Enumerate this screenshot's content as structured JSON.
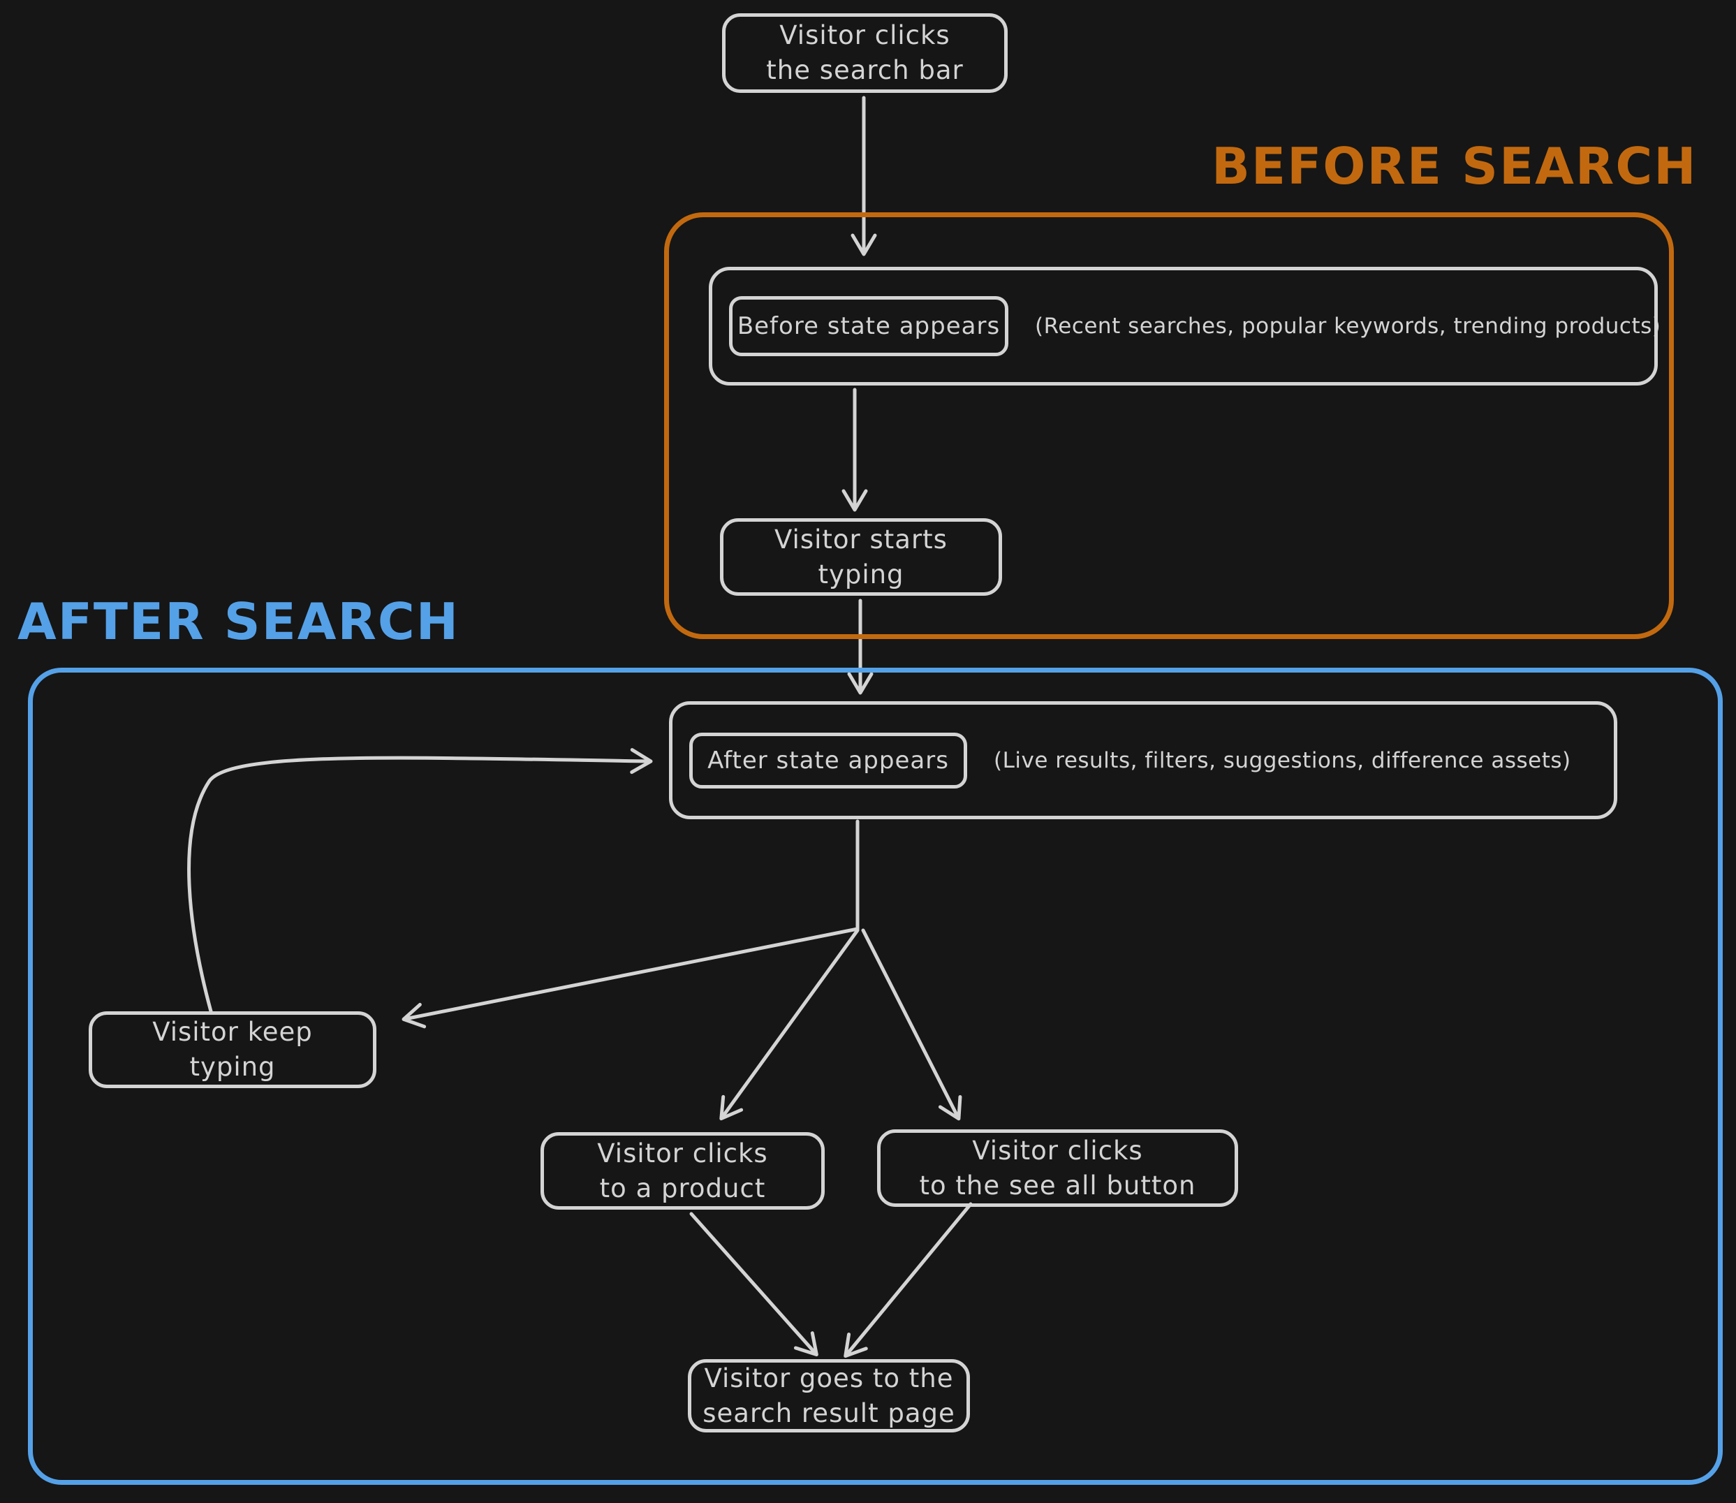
{
  "colors": {
    "background": "#161616",
    "stroke": "#d4d4d4",
    "before": "#c2690f",
    "after": "#55a1e8"
  },
  "sections": {
    "before": {
      "label": "BEFORE SEARCH"
    },
    "after": {
      "label": "AFTER SEARCH"
    }
  },
  "nodes": {
    "start": {
      "label": "Visitor clicks\nthe search bar"
    },
    "before_state": {
      "label": "Before state appears",
      "note": "(Recent searches, popular keywords, trending products)"
    },
    "start_typing": {
      "label": "Visitor starts\ntyping"
    },
    "after_state": {
      "label": "After state appears",
      "note": "(Live results, filters, suggestions, difference assets)"
    },
    "keep_typing": {
      "label": "Visitor keep\ntyping"
    },
    "click_product": {
      "label": "Visitor clicks\nto a product"
    },
    "click_see_all": {
      "label": "Visitor clicks\nto the see all button"
    },
    "result_page": {
      "label": "Visitor goes to the\nsearch result page"
    }
  }
}
